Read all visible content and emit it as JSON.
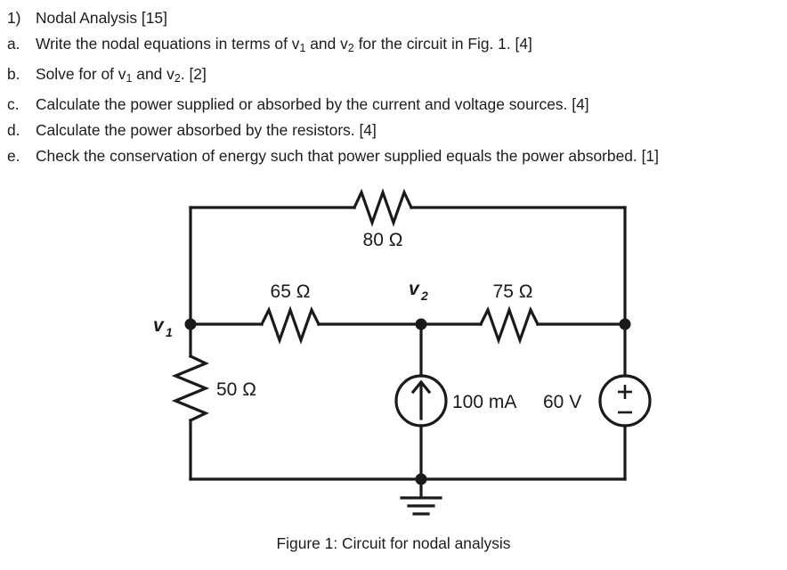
{
  "questions": {
    "items": [
      {
        "marker": "1)",
        "text_before": "Nodal Analysis [15]",
        "segments": [
          {
            "t": "Nodal Analysis [15]"
          }
        ]
      },
      {
        "marker": "a.",
        "segments": [
          {
            "t": "Write the nodal equations in terms of v"
          },
          {
            "sub": "1"
          },
          {
            "t": " and v"
          },
          {
            "sub": "2"
          },
          {
            "t": " for the circuit in Fig. 1. [4]"
          }
        ]
      },
      {
        "marker": "b.",
        "segments": [
          {
            "t": "Solve for of v"
          },
          {
            "sub": "1"
          },
          {
            "t": " and v"
          },
          {
            "sub": "2"
          },
          {
            "t": ". [2]"
          }
        ]
      },
      {
        "marker": "c.",
        "segments": [
          {
            "t": "Calculate the power supplied or absorbed by the current and voltage sources. [4]"
          }
        ]
      },
      {
        "marker": "d.",
        "segments": [
          {
            "t": "Calculate the power absorbed by the resistors. [4]"
          }
        ]
      },
      {
        "marker": "e.",
        "segments": [
          {
            "t": "Check the conservation of energy such that power supplied equals the power absorbed. [1]"
          }
        ]
      }
    ]
  },
  "figure": {
    "caption": "Figure 1: Circuit for nodal analysis",
    "line_color": "#1a1a1a",
    "labels": {
      "node_v1_base": "v",
      "node_v1_sub": "1",
      "node_v2_base": "v",
      "node_v2_sub": "2",
      "r_top": "80 Ω",
      "r_left_series": "65 Ω",
      "r_right_series": "75 Ω",
      "r_shunt": "50 Ω",
      "current_source": "100 mA",
      "voltage_source": "60 V",
      "plus_sign": "+",
      "minus_sign": "–"
    }
  }
}
